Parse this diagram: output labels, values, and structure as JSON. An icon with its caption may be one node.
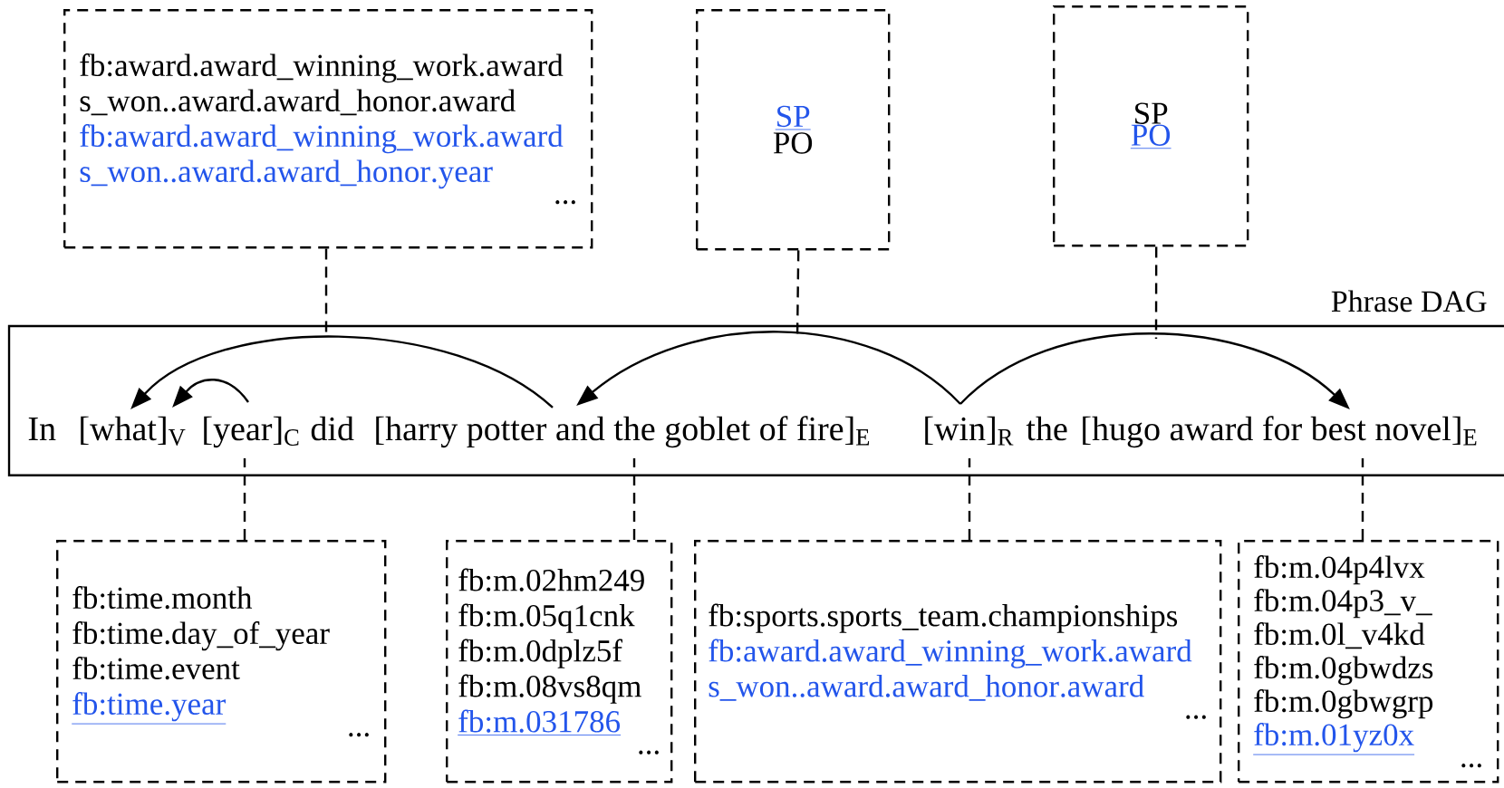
{
  "diagram": {
    "nodes": [
      {
        "text": [
          "fb:award.award_winning_work.awards_won..award.award_honor.award",
          "fb:award.award_winning_work.awards_won..award.award_honor.year",
          "..."
        ]
      },
      {
        "text": [
          "SP",
          "PO"
        ]
      },
      {
        "text": [
          "SP",
          "PO"
        ]
      },
      {
        "text": [
          "Phrase DAG"
        ]
      },
      {
        "text": [
          "[what]$_{V}$"
        ],
        "in": 3
      },
      {
        "text": [
          "[year]$_{C}$"
        ],
        "in": 3
      },
      {
        "text": [
          "[harry potter and the goblet of fire]$_{E}$"
        ],
        "in": 3
      },
      {
        "text": [
          "[win]$_{R}$"
        ],
        "in": 3
      },
      {
        "text": [
          "[hugo award for best novel]$_{E}$"
        ],
        "in": 3
      },
      {
        "text": [
          "fb:time.month",
          "fb:time.day_of_year",
          "fb:time.event",
          "fb:time.year",
          "..."
        ]
      },
      {
        "text": [
          "fb:m.02hm249",
          "fb:m.05q1cnk",
          "fb:m.0dplz5f",
          "fb:m.08vs8qm",
          "fb:m.031786",
          "..."
        ]
      },
      {
        "text": [
          "fb:sports.sports_team.championships",
          "fb:award.award_winning_work.awards_won..award.award_honor.award",
          "..."
        ]
      },
      {
        "text": [
          "fb:m.04p4lvx",
          "fb:m.04p3_v_",
          "fb:m.0l_v4kd",
          "fb:m.0gbwdzs",
          "fb:m.0gbwgrp",
          "fb:m.01yz0x",
          "..."
        ]
      }
    ],
    "edges": [
      {
        "from": 0,
        "to": null,
        "arrow": "none",
        "style": "dashed"
      },
      {
        "from": 1,
        "to": null,
        "arrow": "none",
        "style": "dashed"
      },
      {
        "from": 2,
        "to": null,
        "arrow": "none",
        "style": "dashed"
      },
      {
        "from": 5,
        "to": 4,
        "arrow": "to"
      },
      {
        "from": 6,
        "to": 4,
        "arrow": "to"
      },
      {
        "from": 7,
        "to": 6,
        "arrow": "to"
      },
      {
        "from": 7,
        "to": 8,
        "arrow": "to"
      },
      {
        "from": 9,
        "to": 5,
        "arrow": "none",
        "style": "dashed"
      },
      {
        "from": 10,
        "to": 6,
        "arrow": "none",
        "style": "dashed"
      },
      {
        "from": 11,
        "to": 7,
        "arrow": "none",
        "style": "dashed"
      },
      {
        "from": 12,
        "to": 8,
        "arrow": "none",
        "style": "dashed"
      }
    ],
    "labels": [
      "In",
      "did",
      "the"
    ]
  }
}
